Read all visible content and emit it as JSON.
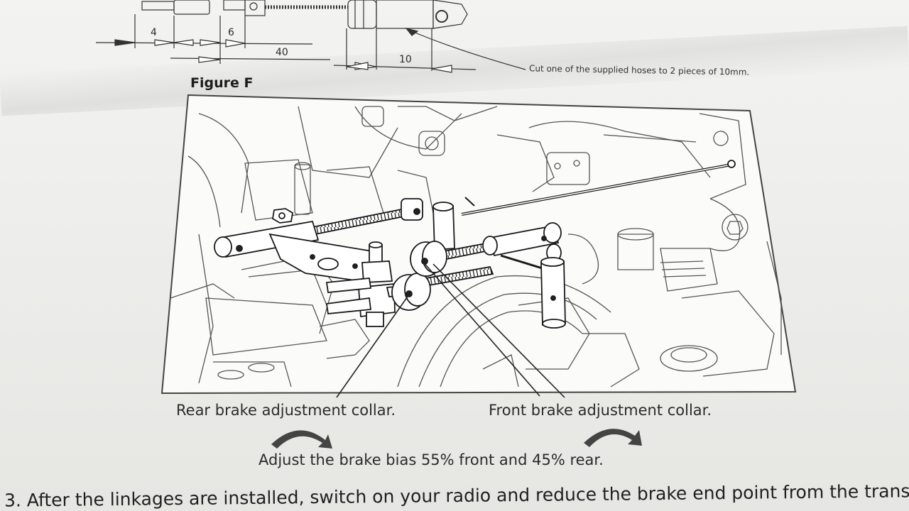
{
  "dimensions": {
    "labels": [
      "4",
      "6",
      "40",
      "10"
    ]
  },
  "hose_note": "Cut one of the supplied hoses to 2 pieces of 10mm.",
  "figure": {
    "title": "Figure F"
  },
  "callouts": {
    "rear": "Rear brake adjustment collar.",
    "front": "Front brake adjustment collar."
  },
  "bias_instruction": "Adjust the brake bias 55% front and 45% rear.",
  "step": {
    "text": "3. After the linkages are installed, switch on your radio and reduce the brake end point from the trans"
  }
}
